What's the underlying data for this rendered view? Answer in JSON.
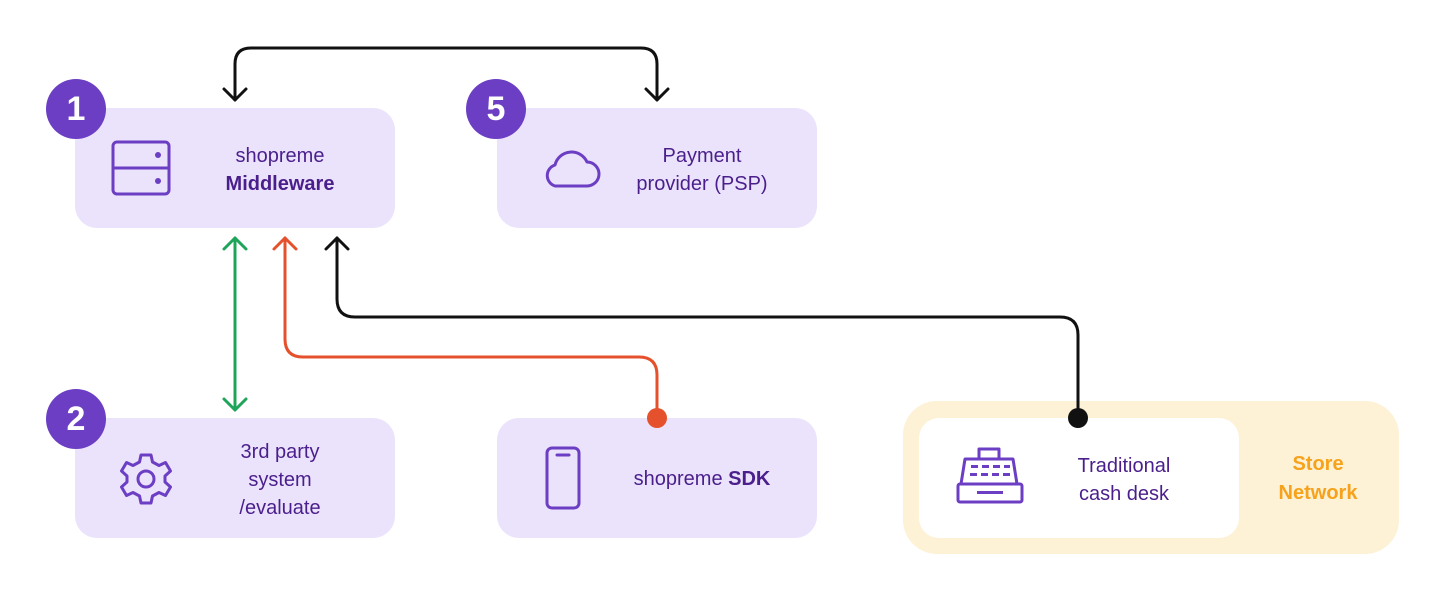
{
  "badges": {
    "middleware": "1",
    "psp": "5",
    "third_party": "2"
  },
  "middleware": {
    "line1": "shopreme",
    "line2": "Middleware",
    "icon": "server-icon"
  },
  "psp": {
    "line1": "Payment",
    "line2": "provider (PSP)",
    "icon": "cloud-icon"
  },
  "third_party": {
    "line1": "3rd party",
    "line2": "system",
    "line3": "/evaluate",
    "icon": "gear-icon"
  },
  "sdk": {
    "prefix": "shopreme ",
    "bold": "SDK",
    "icon": "smartphone-icon"
  },
  "cash_desk": {
    "line1": "Traditional",
    "line2": "cash desk",
    "icon": "cash-register-icon"
  },
  "store_network": {
    "line1": "Store",
    "line2": "Network"
  },
  "colors": {
    "card": "#ebe3fb",
    "text": "#4a1f8c",
    "badge": "#6c3ec4",
    "green": "#1fa55a",
    "red": "#e5512c",
    "black": "#111111",
    "store_bg": "#fdf1d6",
    "store_text": "#f7a21b"
  }
}
